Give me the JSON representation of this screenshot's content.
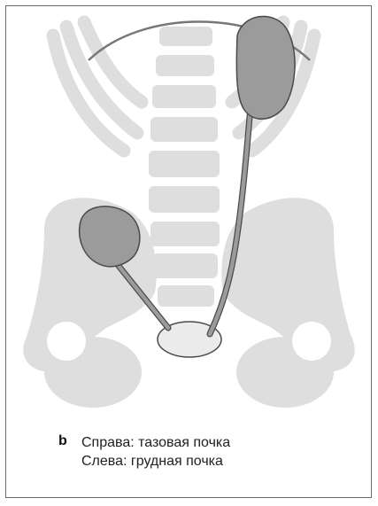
{
  "figure": {
    "panel_letter": "b",
    "caption_lines": [
      "Справа: тазовая почка",
      "Слева: грудная почка"
    ]
  },
  "colors": {
    "bone": "#dedede",
    "kidney": "#9b9b9b",
    "outline": "#4a4a4a",
    "bladder": "#ebebeb"
  }
}
